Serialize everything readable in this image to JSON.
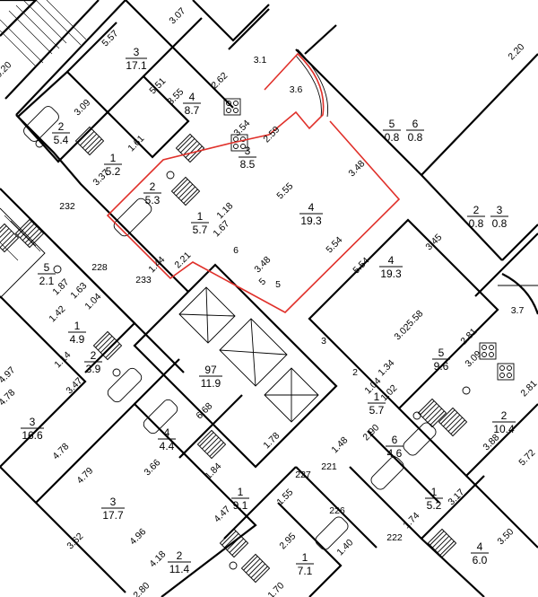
{
  "colors": {
    "background": "#ffffff",
    "line": "#000000",
    "highlight": "#e0302a"
  },
  "rooms": [
    {
      "id": "r1",
      "num": "3",
      "area": "17.1"
    },
    {
      "id": "r2",
      "num": "2",
      "area": "5.4"
    },
    {
      "id": "r3",
      "num": "4",
      "area": "8.7"
    },
    {
      "id": "r4",
      "num": "1",
      "area": "5.2"
    },
    {
      "id": "r5",
      "num": "3",
      "area": "8.5"
    },
    {
      "id": "r6",
      "num": "2",
      "area": "5.3"
    },
    {
      "id": "r7",
      "num": "1",
      "area": "5.7"
    },
    {
      "id": "r8",
      "num": "4",
      "area": "19.3"
    },
    {
      "id": "r9",
      "num": "4",
      "area": "19.3"
    },
    {
      "id": "r10",
      "num": "5",
      "area": "2.1"
    },
    {
      "id": "r11",
      "num": "1",
      "area": "4.9"
    },
    {
      "id": "r12",
      "num": "2",
      "area": "3.9"
    },
    {
      "id": "r13",
      "num": "3",
      "area": "16.6"
    },
    {
      "id": "r14",
      "num": "97",
      "area": "11.9"
    },
    {
      "id": "r15",
      "num": "4",
      "area": "4.4"
    },
    {
      "id": "r16",
      "num": "1",
      "area": "9.1"
    },
    {
      "id": "r17",
      "num": "3",
      "area": "17.7"
    },
    {
      "id": "r18",
      "num": "2",
      "area": "11.4"
    },
    {
      "id": "r19",
      "num": "1",
      "area": "7.1"
    },
    {
      "id": "r20",
      "num": "5",
      "area": "9.6"
    },
    {
      "id": "r21",
      "num": "1",
      "area": "5.7"
    },
    {
      "id": "r22",
      "num": "6",
      "area": "4.6"
    },
    {
      "id": "r23",
      "num": "2",
      "area": "10.4"
    },
    {
      "id": "r24",
      "num": "1",
      "area": "5.2"
    },
    {
      "id": "r25",
      "num": "4",
      "area": "6.0"
    },
    {
      "id": "r26",
      "num": "5",
      "area": "0.8"
    },
    {
      "id": "r27",
      "num": "6",
      "area": "0.8"
    },
    {
      "id": "r28",
      "num": "2",
      "area": "0.8"
    },
    {
      "id": "r29",
      "num": "3",
      "area": "0.8"
    }
  ],
  "dimensions": [
    "3.07",
    "5.57",
    "3.1",
    "3.6",
    "3.55",
    "5.51",
    "2.62",
    "3.09",
    "1.61",
    "3.54",
    "2.59",
    "3.37",
    "3.48",
    "232",
    "1.18",
    "5.55",
    "1.67",
    "5.54",
    "2.21",
    "1.44",
    "228",
    "233",
    "1.87",
    "1.63",
    "1.04",
    "1.42",
    "1.14",
    "3.47",
    "4.97",
    "4.78",
    "4.78",
    "3.48",
    "5.54",
    "3.45",
    "5.58",
    "3.02",
    "2.81",
    "1.34",
    "1.04",
    "1.02",
    "3.09",
    "2.81",
    "3.88",
    "5.72",
    "2.90",
    "1.48",
    "221",
    "227",
    "6.68",
    "1.78",
    "1.84",
    "3.66",
    "4.79",
    "1.55",
    "4.47",
    "226",
    "2.95",
    "1.40",
    "4.96",
    "4.18",
    "3.62",
    "3.17",
    "1.74",
    "222",
    "3.50",
    "2.20",
    "0.20",
    "5",
    "6",
    "5",
    "3",
    "2",
    "3.7",
    "2.80",
    "1.70"
  ]
}
